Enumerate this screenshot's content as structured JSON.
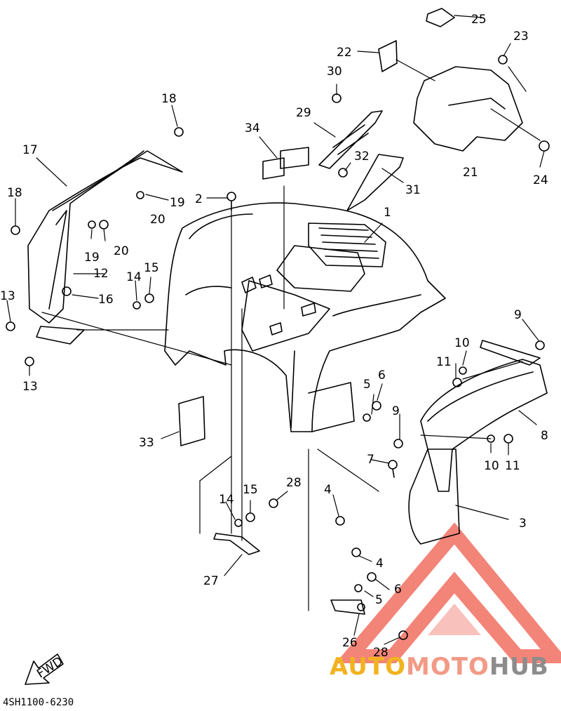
{
  "diagram": {
    "callouts": [
      {
        "id": "c1",
        "text": "1"
      },
      {
        "id": "c2",
        "text": "2"
      },
      {
        "id": "c3",
        "text": "3"
      },
      {
        "id": "c4a",
        "text": "4"
      },
      {
        "id": "c4b",
        "text": "4"
      },
      {
        "id": "c5a",
        "text": "5"
      },
      {
        "id": "c5b",
        "text": "5"
      },
      {
        "id": "c6a",
        "text": "6"
      },
      {
        "id": "c6b",
        "text": "6"
      },
      {
        "id": "c7",
        "text": "7"
      },
      {
        "id": "c8",
        "text": "8"
      },
      {
        "id": "c9a",
        "text": "9"
      },
      {
        "id": "c9b",
        "text": "9"
      },
      {
        "id": "c10a",
        "text": "10"
      },
      {
        "id": "c10b",
        "text": "10"
      },
      {
        "id": "c11a",
        "text": "11"
      },
      {
        "id": "c11b",
        "text": "11"
      },
      {
        "id": "c12",
        "text": "12"
      },
      {
        "id": "c13a",
        "text": "13"
      },
      {
        "id": "c13b",
        "text": "13"
      },
      {
        "id": "c14a",
        "text": "14"
      },
      {
        "id": "c14b",
        "text": "14"
      },
      {
        "id": "c15a",
        "text": "15"
      },
      {
        "id": "c15b",
        "text": "15"
      },
      {
        "id": "c16",
        "text": "16"
      },
      {
        "id": "c17",
        "text": "17"
      },
      {
        "id": "c18a",
        "text": "18"
      },
      {
        "id": "c18b",
        "text": "18"
      },
      {
        "id": "c19a",
        "text": "19"
      },
      {
        "id": "c19b",
        "text": "19"
      },
      {
        "id": "c20a",
        "text": "20"
      },
      {
        "id": "c20b",
        "text": "20"
      },
      {
        "id": "c21",
        "text": "21"
      },
      {
        "id": "c22",
        "text": "22"
      },
      {
        "id": "c23",
        "text": "23"
      },
      {
        "id": "c24",
        "text": "24"
      },
      {
        "id": "c25",
        "text": "25"
      },
      {
        "id": "c26",
        "text": "26"
      },
      {
        "id": "c27",
        "text": "27"
      },
      {
        "id": "c28a",
        "text": "28"
      },
      {
        "id": "c28b",
        "text": "28"
      },
      {
        "id": "c29",
        "text": "29"
      },
      {
        "id": "c30",
        "text": "30"
      },
      {
        "id": "c31",
        "text": "31"
      },
      {
        "id": "c32",
        "text": "32"
      },
      {
        "id": "c33",
        "text": "33"
      },
      {
        "id": "c34",
        "text": "34"
      }
    ],
    "fwd_label": "FWD",
    "doc_code": "4SH1100-6230"
  },
  "watermark": {
    "part1": "AUTO",
    "part2": "MOTO",
    "part3": "HUB",
    "colors": {
      "auto": "#f2b31f",
      "moto": "#f29a86",
      "hub": "#8c8c8c",
      "triangle": "#ef5b4c"
    }
  }
}
